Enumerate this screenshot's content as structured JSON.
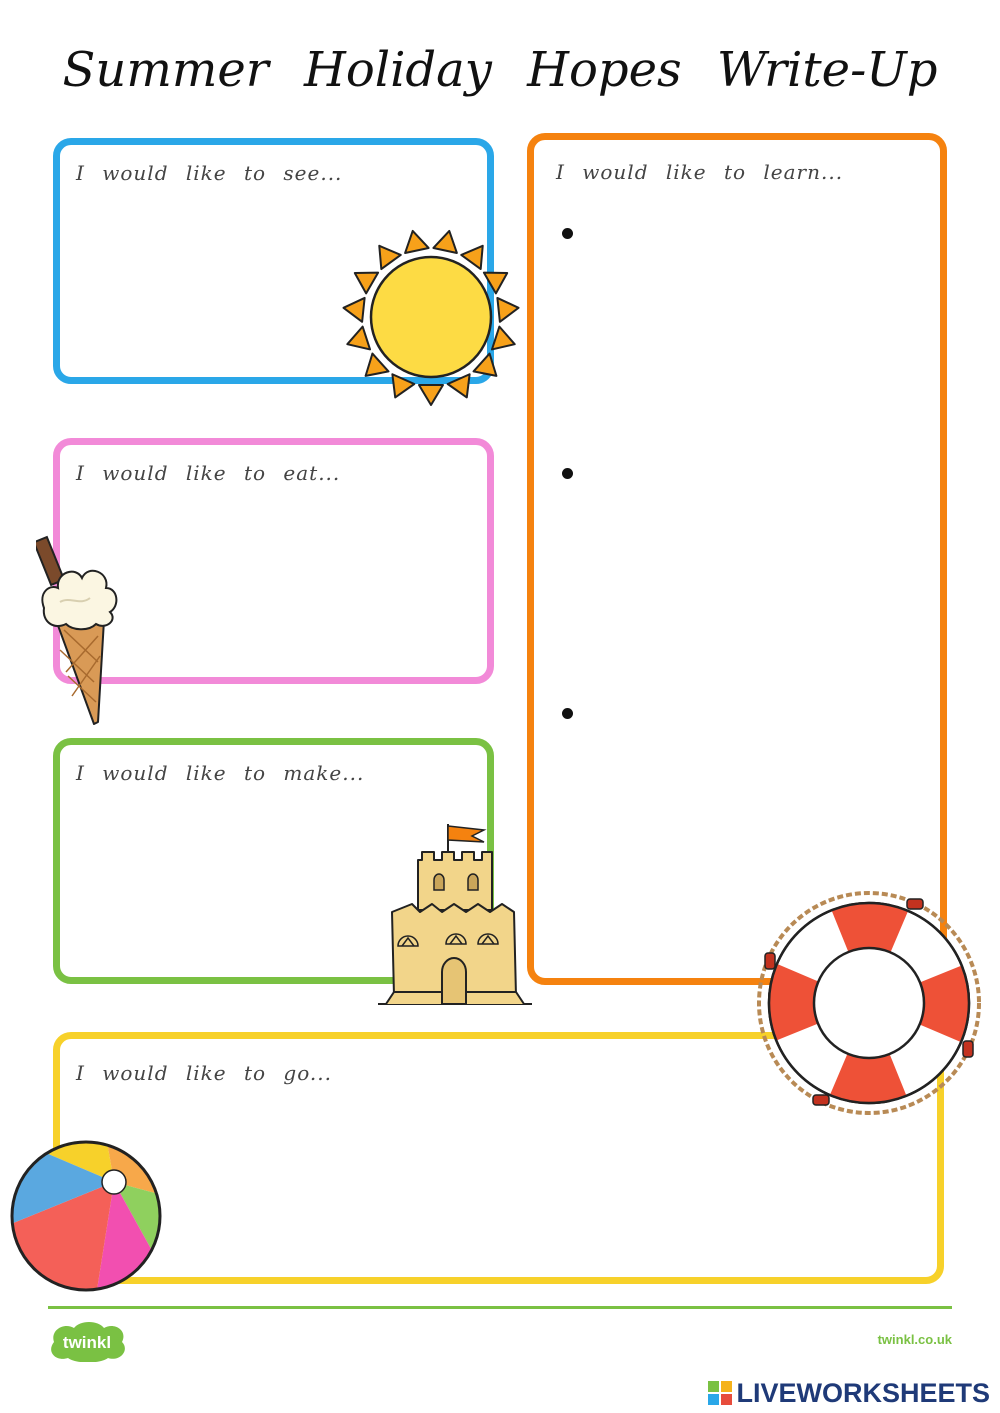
{
  "title": "Summer Holiday Hopes Write-Up",
  "sections": {
    "see": {
      "prompt": "I would like to see...",
      "color": "#2aa7e8"
    },
    "eat": {
      "prompt": "I would like to eat...",
      "color": "#f28ad8"
    },
    "make": {
      "prompt": "I would like to make...",
      "color": "#7ac143"
    },
    "learn": {
      "prompt": "I would like to learn...",
      "color": "#f5820f"
    },
    "go": {
      "prompt": "I would like to go...",
      "color": "#f7d12a"
    }
  },
  "footer": {
    "logo_text": "twinkl",
    "url": "twinkl.co.uk",
    "brand_color": "#7ac143"
  },
  "watermark": {
    "text": "LIVEWORKSHEETS",
    "color": "#1f3a78"
  },
  "icons": [
    "sun-icon",
    "ice-cream-icon",
    "sandcastle-icon",
    "lifebuoy-icon",
    "beach-ball-icon"
  ]
}
